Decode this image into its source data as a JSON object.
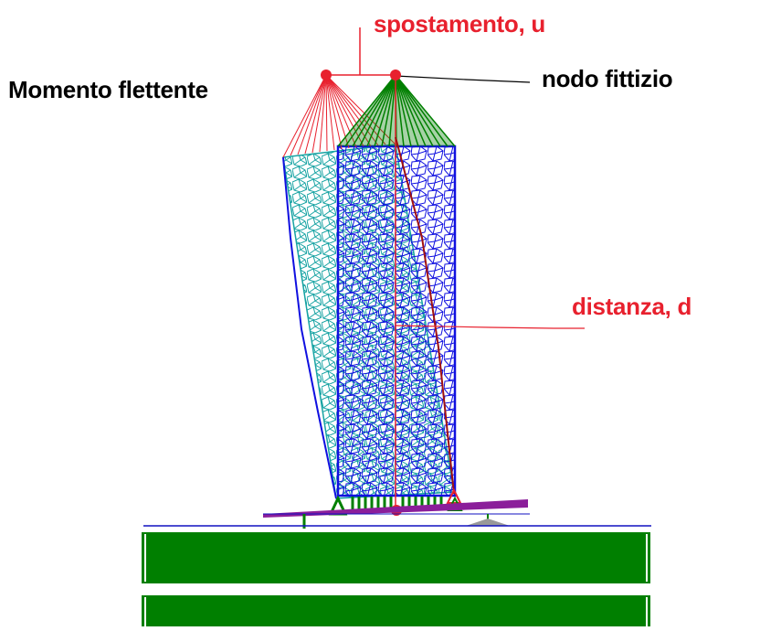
{
  "labels": {
    "title": "Momento flettente",
    "displacement": "spostamento, u",
    "dummy_node": "nodo fittizio",
    "distance": "distanza, d"
  },
  "colors": {
    "deformed_mesh": "#17a3a3",
    "undeformed_mesh": "#1010e0",
    "red_links": "#e8212e",
    "green_links": "#007f00",
    "moment_diagram": "#8b1e9a",
    "beam_fill": "#007f00",
    "axis_line": "#1010c0",
    "label_red": "#e8212e",
    "label_black": "#000000"
  }
}
